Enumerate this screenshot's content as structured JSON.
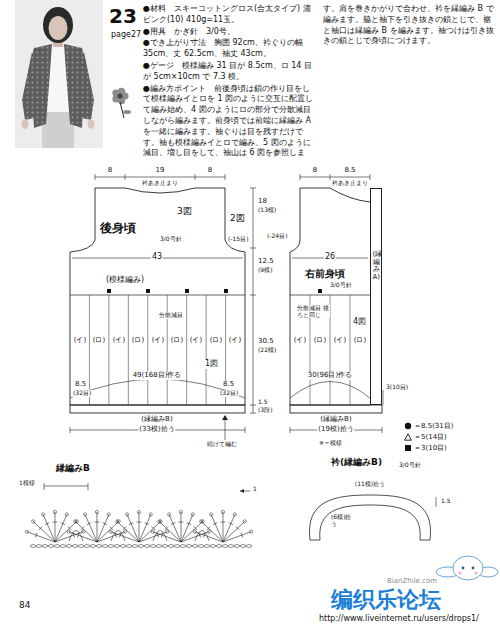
{
  "diagram": {
    "nodes": [
      {
        "text": [
          "後身頃",
          "3/0号針"
        ]
      },
      {
        "text": [
          "右前身頃",
          "3/0号針"
        ]
      },
      {
        "text": [
          "(縁編みA)"
        ],
        "in": 1
      }
    ],
    "labels": [
      "●材料　スキーコットングロス(合太タイプ) 濃ピンク(10) 410g=11玉。",
      "●用具　かぎ針　3/0号。",
      "●でき上がり寸法　胸囲 92cm、衿ぐりの幅 35cm、丈 62.5cm、袖丈 43cm。",
      "●ゲージ　模様編み 31 目が 8.5cm、ロ 14 目が 5cm×10cm で 7.3 模。",
      "●編み方ポイント　前後身頃は鎖の作り目をして模様編みイとロを 1 図のように交互に配置して編み始め、4 図のようにロの部分で分散減目しながら編みます。前身頃では前端に縁編み A を一緒に編みます。袖ぐりは目を残すだけです。袖も模様編みイとロで編み、5 図のように減目、増し目をして、袖山は 6 図を参照します。肩を巻きかがりで合わせ、衿を縁編み B で編みます。脇と袖下を引き抜きの鎖とじで、裾と袖口は縁編み B を編みます。袖つけは引き抜きの鎖とじで身頃につけます。",
      "23",
      "page27",
      "8",
      "19",
      "8",
      "衿あき止まり",
      "3図",
      "2図",
      "(-15目)",
      "43",
      "(模様編み)",
      "18",
      "(13模)",
      "12.5",
      "(9模)",
      "30.5",
      "(22模)",
      "1.5",
      "(3段)",
      "分散減目",
      "(イ)",
      "(ロ)",
      "(イ)",
      "(ロ)",
      "(イ)",
      "(ロ)",
      "(イ)",
      "(ロ)",
      "(イ)",
      "1図",
      "49(168目)作る",
      "8.5",
      "(32目)",
      "8.5",
      "(32目)",
      "(縁編みB)",
      "(33模)拾う",
      "続けて編む",
      "8",
      "8.5",
      "衿あき止まり",
      "(-24目)",
      "26",
      "4図",
      "分散減目 後ろと同じ",
      "(イ)",
      "(ロ)",
      "(イ)",
      "(ロ)",
      "30(96目)作る",
      "3(10目)",
      "(縁編みB)",
      "(19模)拾う",
      "※＝模様",
      "縁編みB",
      "1模様",
      "1",
      "衿(縁編みB)",
      "3/0号針",
      "(11模)拾う",
      "1.5",
      "(6模)拾う",
      "84",
      "BianZhile.com",
      "编织乐论坛",
      "http://www.liveinternet.ru/users/drops1/"
    ],
    "legend": [
      {
        "text": "＝8.5(31目)"
      },
      {
        "text": "＝5(14目)"
      },
      {
        "text": "＝3(10目)"
      }
    ]
  }
}
